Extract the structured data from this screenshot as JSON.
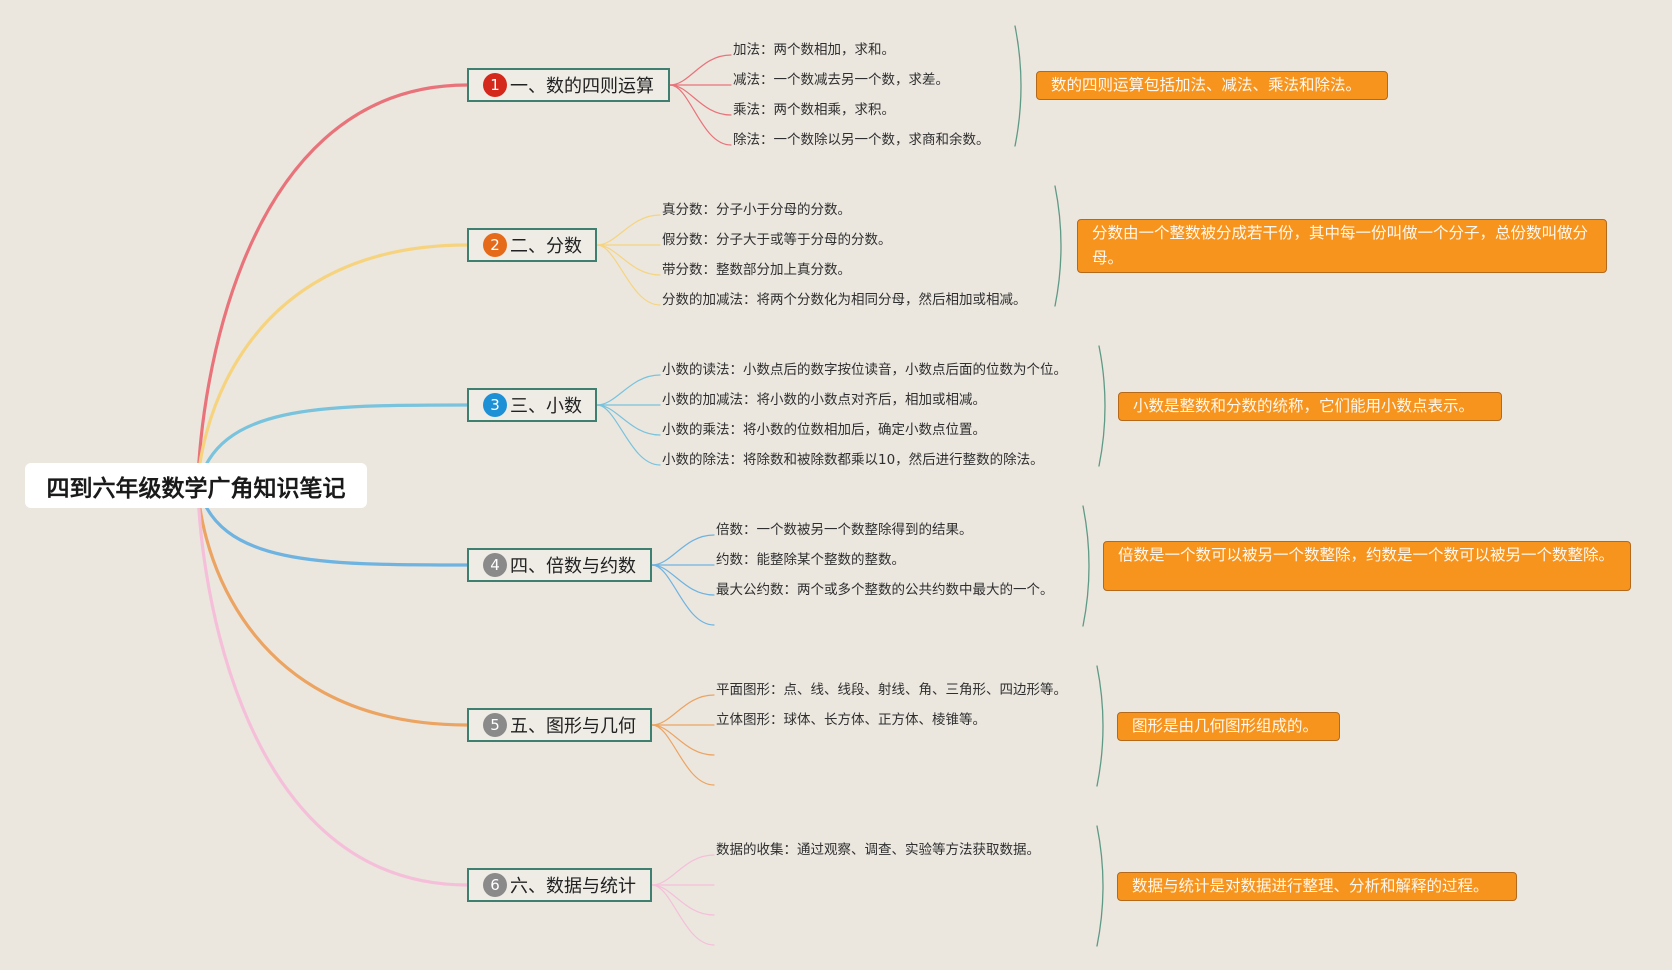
{
  "root": {
    "title": "四到六年级数学广角知识笔记"
  },
  "branches": [
    {
      "number": "1",
      "label": "一、数的四则运算",
      "badge_color": "#d4281c",
      "line_color": "#e9737a",
      "leaves": [
        "加法：两个数相加，求和。",
        "减法：一个数减去另一个数，求差。",
        "乘法：两个数相乘，求积。",
        "除法：一个数除以另一个数，求商和余数。"
      ],
      "summary": "数的四则运算包括加法、减法、乘法和除法。"
    },
    {
      "number": "2",
      "label": "二、分数",
      "badge_color": "#e56a1a",
      "line_color": "#f6d47f",
      "leaves": [
        "真分数：分子小于分母的分数。",
        "假分数：分子大于或等于分母的分数。",
        "带分数：整数部分加上真分数。",
        "分数的加减法：将两个分数化为相同分母，然后相加或相减。"
      ],
      "summary": "分数由一个整数被分成若干份，其中每一份叫做一个分子，总份数叫做分母。"
    },
    {
      "number": "3",
      "label": "三、小数",
      "badge_color": "#1e90d6",
      "line_color": "#79c3dd",
      "leaves": [
        "小数的读法：小数点后的数字按位读音，小数点后面的位数为个位。",
        "小数的加减法：将小数的小数点对齐后，相加或相减。",
        "小数的乘法：将小数的位数相加后，确定小数点位置。",
        "小数的除法：将除数和被除数都乘以10，然后进行整数的除法。"
      ],
      "summary": "小数是整数和分数的统称，它们能用小数点表示。"
    },
    {
      "number": "4",
      "label": "四、倍数与约数",
      "badge_color": "#8a8a8a",
      "line_color": "#6fb3e0",
      "leaves": [
        "倍数：一个数被另一个数整除得到的结果。",
        "约数：能整除某个整数的整数。",
        "最大公约数：两个或多个整数的公共约数中最大的一个。"
      ],
      "summary": "倍数是一个数可以被另一个数整除，约数是一个数可以被另一个数整除。"
    },
    {
      "number": "5",
      "label": "五、图形与几何",
      "badge_color": "#8a8a8a",
      "line_color": "#eca462",
      "leaves": [
        "平面图形：点、线、线段、射线、角、三角形、四边形等。",
        "立体图形：球体、长方体、正方体、棱锥等。"
      ],
      "summary": "图形是由几何图形组成的。"
    },
    {
      "number": "6",
      "label": "六、数据与统计",
      "badge_color": "#8a8a8a",
      "line_color": "#f5bfd9",
      "leaves": [
        "数据的收集：通过观察、调查、实验等方法获取数据。"
      ],
      "summary": "数据与统计是对数据进行整理、分析和解释的过程。"
    }
  ]
}
